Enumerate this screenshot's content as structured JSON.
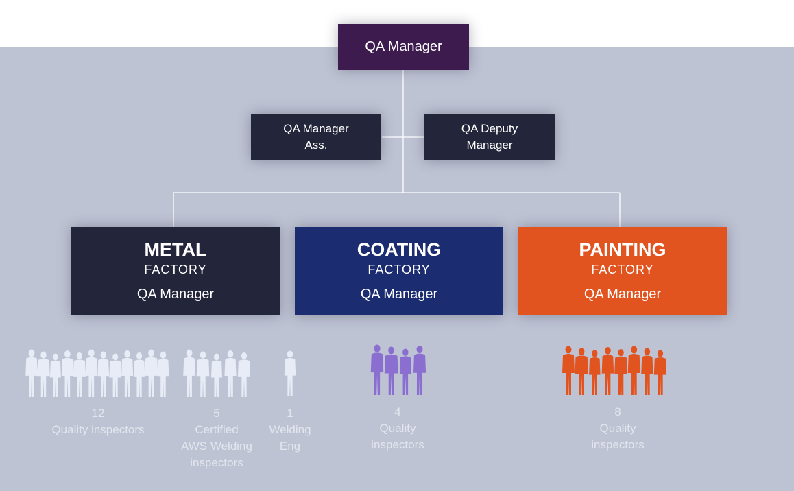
{
  "top": {
    "label": "QA Manager",
    "color": "#3d1b4e"
  },
  "assistants": [
    {
      "line1": "QA Manager",
      "line2": "Ass."
    },
    {
      "line1": "QA Deputy",
      "line2": "Manager"
    }
  ],
  "factories": [
    {
      "name": "METAL",
      "type": "FACTORY",
      "role": "QA Manager",
      "color": "#23263a"
    },
    {
      "name": "COATING",
      "type": "FACTORY",
      "role": "QA Manager",
      "color": "#1b2c70"
    },
    {
      "name": "PAINTING",
      "type": "FACTORY",
      "role": "QA Manager",
      "color": "#e2541f"
    }
  ],
  "groups": [
    {
      "count": "12",
      "label": [
        "Quality inspectors"
      ],
      "color": "#e8ecf6"
    },
    {
      "count": "5",
      "label": [
        "Certified",
        "AWS Welding",
        "inspectors"
      ],
      "color": "#e8ecf6"
    },
    {
      "count": "1",
      "label": [
        "Welding",
        "Eng"
      ],
      "color": "#e8ecf6"
    },
    {
      "count": "4",
      "label": [
        "Quality",
        "inspectors"
      ],
      "color": "#8a6fd0"
    },
    {
      "count": "8",
      "label": [
        "Quality",
        "inspectors"
      ],
      "color": "#e2541f"
    }
  ]
}
